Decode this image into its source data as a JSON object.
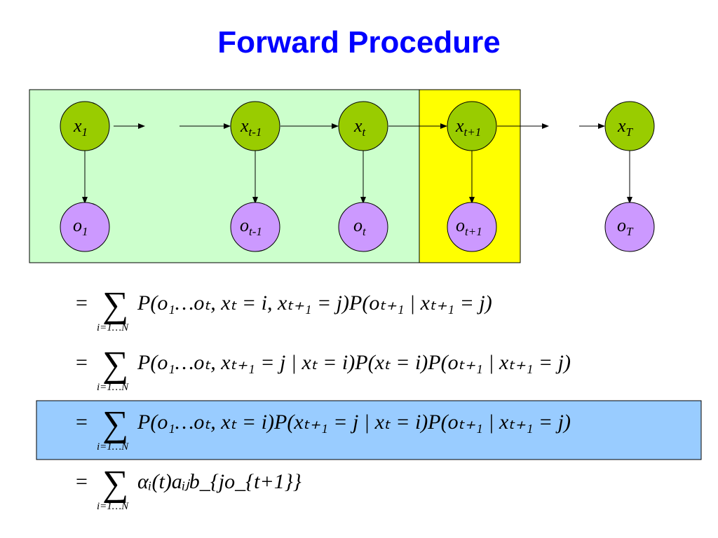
{
  "title": "Forward Procedure",
  "colors": {
    "title": "#0000ff",
    "past_region": "#ccffcc",
    "next_region": "#ffff00",
    "highlight_equation": "#99ccff",
    "hidden_node": "#99cc00",
    "observed_node": "#cc99ff"
  },
  "hidden_nodes": [
    {
      "base": "x",
      "sub": "1"
    },
    {
      "base": "x",
      "sub": "t-1"
    },
    {
      "base": "x",
      "sub": "t"
    },
    {
      "base": "x",
      "sub": "t+1"
    },
    {
      "base": "x",
      "sub": "T"
    }
  ],
  "observed_nodes": [
    {
      "base": "o",
      "sub": "1"
    },
    {
      "base": "o",
      "sub": "t-1"
    },
    {
      "base": "o",
      "sub": "t"
    },
    {
      "base": "o",
      "sub": "t+1"
    },
    {
      "base": "o",
      "sub": "T"
    }
  ],
  "equations": [
    {
      "sum_limits": "i=1…N",
      "term": "P(o₁…oₜ, xₜ = i, xₜ₊₁ = j)P(oₜ₊₁ | xₜ₊₁ = j)",
      "highlighted": false
    },
    {
      "sum_limits": "i=1…N",
      "term": "P(o₁…oₜ, xₜ₊₁ = j | xₜ = i)P(xₜ = i)P(oₜ₊₁ | xₜ₊₁ = j)",
      "highlighted": false
    },
    {
      "sum_limits": "i=1…N",
      "term": "P(o₁…oₜ, xₜ = i)P(xₜ₊₁ = j | xₜ = i)P(oₜ₊₁ | xₜ₊₁ = j)",
      "highlighted": true
    },
    {
      "sum_limits": "i=1…N",
      "term": "αᵢ(t)aᵢⱼb_{jo_{t+1}}",
      "highlighted": false
    }
  ]
}
